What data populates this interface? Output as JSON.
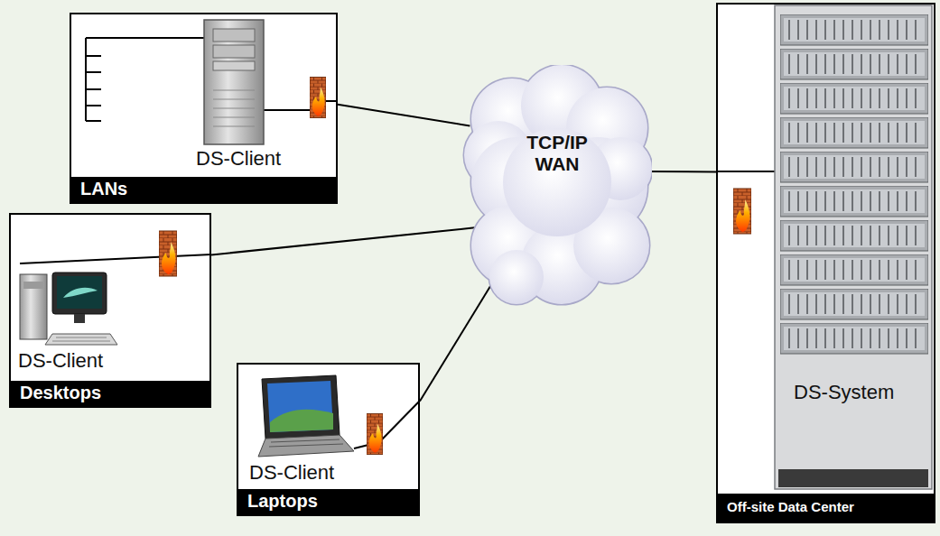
{
  "diagram": {
    "nodes": [
      {
        "text": [
          "DS-Client",
          "LANs"
        ]
      },
      {
        "text": [
          "TCP/IP WAN"
        ]
      },
      {
        "text": [
          "DS-Client",
          "Desktops"
        ]
      },
      {
        "text": [
          "DS-Client",
          "Laptops"
        ]
      },
      {
        "text": [
          "DS-System",
          "Off-site Data Center"
        ]
      }
    ],
    "edges": [
      {
        "from": 0,
        "to": 1,
        "arrow": "none"
      },
      {
        "from": 2,
        "to": 1,
        "arrow": "none"
      },
      {
        "from": 3,
        "to": 1,
        "arrow": "none"
      },
      {
        "from": 1,
        "to": 4,
        "arrow": "none"
      }
    ]
  }
}
